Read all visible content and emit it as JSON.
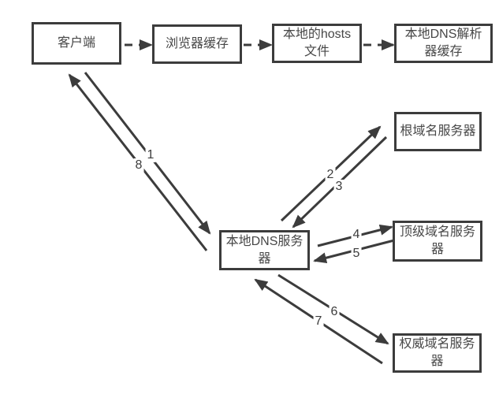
{
  "diagram": {
    "type": "flow-diagram",
    "topic": "DNS resolution lookup flow",
    "colors": {
      "background": "#ffffff",
      "line": "#3c3c3c",
      "text": "#474747"
    },
    "nodes": {
      "client": {
        "label": "客户端"
      },
      "browser_cache": {
        "label": "浏览器缓存"
      },
      "local_hosts_file": {
        "label": "本地的hosts文件"
      },
      "local_dns_resolver_cache": {
        "label": "本地DNS解析器缓存"
      },
      "local_dns_server": {
        "label": "本地DNS服务器"
      },
      "root_name_server": {
        "label": "根域名服务器"
      },
      "tld_name_server": {
        "label": "顶级域名服务器"
      },
      "authoritative_name_server": {
        "label": "权威域名服务器"
      }
    },
    "cache_chain": [
      {
        "from": "client",
        "to": "browser_cache",
        "style": "dashed"
      },
      {
        "from": "browser_cache",
        "to": "local_hosts_file",
        "style": "dashed"
      },
      {
        "from": "local_hosts_file",
        "to": "local_dns_resolver_cache",
        "style": "dashed"
      }
    ],
    "steps": {
      "s1": {
        "label": "1",
        "from": "client",
        "to": "local_dns_server"
      },
      "s2": {
        "label": "2",
        "from": "local_dns_server",
        "to": "root_name_server"
      },
      "s3": {
        "label": "3",
        "from": "root_name_server",
        "to": "local_dns_server"
      },
      "s4": {
        "label": "4",
        "from": "local_dns_server",
        "to": "tld_name_server"
      },
      "s5": {
        "label": "5",
        "from": "tld_name_server",
        "to": "local_dns_server"
      },
      "s6": {
        "label": "6",
        "from": "local_dns_server",
        "to": "authoritative_name_server"
      },
      "s7": {
        "label": "7",
        "from": "authoritative_name_server",
        "to": "local_dns_server"
      },
      "s8": {
        "label": "8",
        "from": "local_dns_server",
        "to": "client"
      }
    }
  }
}
